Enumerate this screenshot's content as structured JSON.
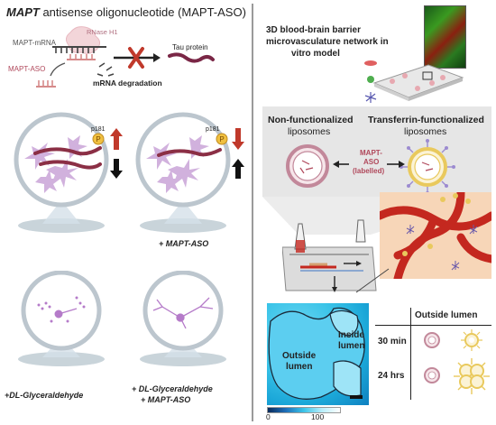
{
  "left": {
    "title_italic": "MAPT",
    "title_rest": " antisense oligonucleotide (MAPT-ASO)",
    "mrna_label": "MAPT-mRNA",
    "rnase_label": "RNase H1",
    "aso_label": "MAPT-ASO",
    "degradation_label": "mRNA degradation",
    "tau_label": "Tau protein",
    "p181_left": "p181",
    "p181_right": "p181",
    "phospho_badge": "P",
    "caption_mapt_aso": "+ MAPT-ASO",
    "caption_dlg": "+DL-Glyceraldehyde",
    "caption_dlg_aso_line1": "+ DL-Glyceraldehyde",
    "caption_dlg_aso_line2": "+ MAPT-ASO"
  },
  "right": {
    "model_title_line1": "3D blood-brain barrier",
    "model_title_line2": "microvasculature network in",
    "model_title_line3": "vitro model",
    "nonfunc_bold": "Non-functionalized",
    "nonfunc_sub": "liposomes",
    "transferrin_bold": "Transferrin-functionalized",
    "transferrin_sub": "liposomes",
    "aso_center_line1": "MAPT-",
    "aso_center_line2": "ASO",
    "aso_center_line3": "(labelled)",
    "map_inside_line1": "Inside",
    "map_inside_line2": "lumen",
    "map_outside_line1": "Outside",
    "map_outside_line2": "lumen",
    "colorbar_min": "0",
    "colorbar_max": "100",
    "table_header": "Outside lumen",
    "row1_label": "30 min",
    "row2_label": "24 hrs"
  },
  "colors": {
    "background": "#ffffff",
    "divider": "#9a9a9a",
    "gray_panel": "#e6e6e6",
    "neuron_purple": "#c9a4d8",
    "mrna_strand": "#8b2f45",
    "arrow_red": "#c0392b",
    "badge_yellow": "#f0c040",
    "vessel_red": "#c4281f",
    "heatmap_blue": "#3bc4e8",
    "aso_label_red": "#b0485b",
    "liposome_pink": "#c2889a",
    "liposome_yellow": "#e9c95d"
  }
}
